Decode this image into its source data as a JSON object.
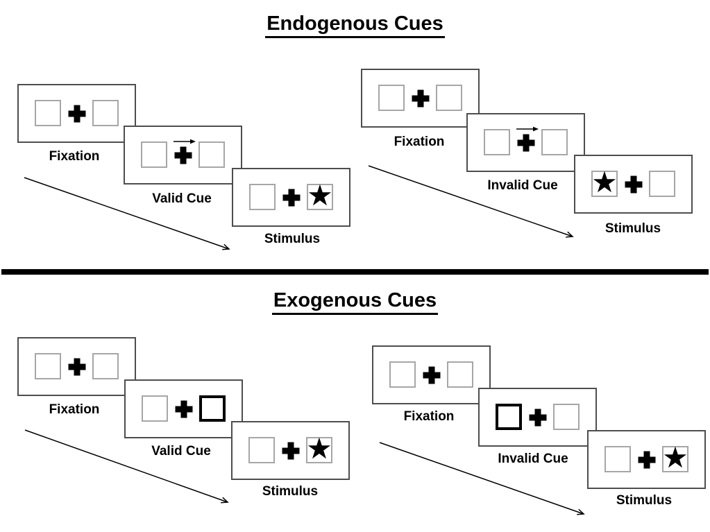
{
  "sections": [
    {
      "title": "Endogenous Cues",
      "stacks": [
        {
          "condition": "valid",
          "cards": [
            {
              "label": "Fixation",
              "cue_type": "none",
              "star_side": "none"
            },
            {
              "label": "Valid Cue",
              "cue_type": "central-arrow",
              "cue_direction": "right",
              "star_side": "none"
            },
            {
              "label": "Stimulus",
              "cue_type": "none",
              "star_side": "right"
            }
          ]
        },
        {
          "condition": "invalid",
          "cards": [
            {
              "label": "Fixation",
              "cue_type": "none",
              "star_side": "none"
            },
            {
              "label": "Invalid Cue",
              "cue_type": "central-arrow",
              "cue_direction": "right",
              "star_side": "none"
            },
            {
              "label": "Stimulus",
              "cue_type": "none",
              "star_side": "left"
            }
          ]
        }
      ]
    },
    {
      "title": "Exogenous Cues",
      "stacks": [
        {
          "condition": "valid",
          "cards": [
            {
              "label": "Fixation",
              "cue_type": "none",
              "star_side": "none"
            },
            {
              "label": "Valid Cue",
              "cue_type": "bold-box",
              "cue_side": "right",
              "star_side": "none"
            },
            {
              "label": "Stimulus",
              "cue_type": "none",
              "star_side": "right"
            }
          ]
        },
        {
          "condition": "invalid",
          "cards": [
            {
              "label": "Fixation",
              "cue_type": "none",
              "star_side": "none"
            },
            {
              "label": "Invalid Cue",
              "cue_type": "bold-box",
              "cue_side": "left",
              "star_side": "none"
            },
            {
              "label": "Stimulus",
              "cue_type": "none",
              "star_side": "right"
            }
          ]
        }
      ]
    }
  ],
  "glyphs": {
    "star": "★"
  },
  "colors": {
    "ink": "#000000",
    "background": "#ffffff",
    "card_border": "#4d4d4d",
    "box_border": "#a6a6a6",
    "cue_highlight_border": "#000000"
  }
}
